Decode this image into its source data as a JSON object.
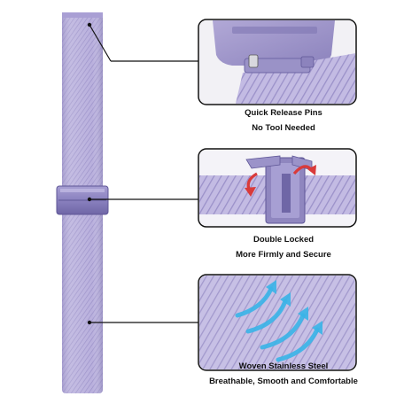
{
  "product": {
    "band_color": "#b7aedb",
    "band_shadow": "#8f86bd",
    "connector_color": "#111111"
  },
  "callouts": [
    {
      "title": "Quick Release Pins",
      "subtitle": "No Tool Needed"
    },
    {
      "title": "Double Locked",
      "subtitle": "More Firmly and Secure"
    },
    {
      "title": "Woven Stainless Steel",
      "subtitle": "Breathable, Smooth and Comfortable"
    }
  ],
  "arrow_color": "#d93a3a",
  "airflow_color": "#3ab4e8"
}
